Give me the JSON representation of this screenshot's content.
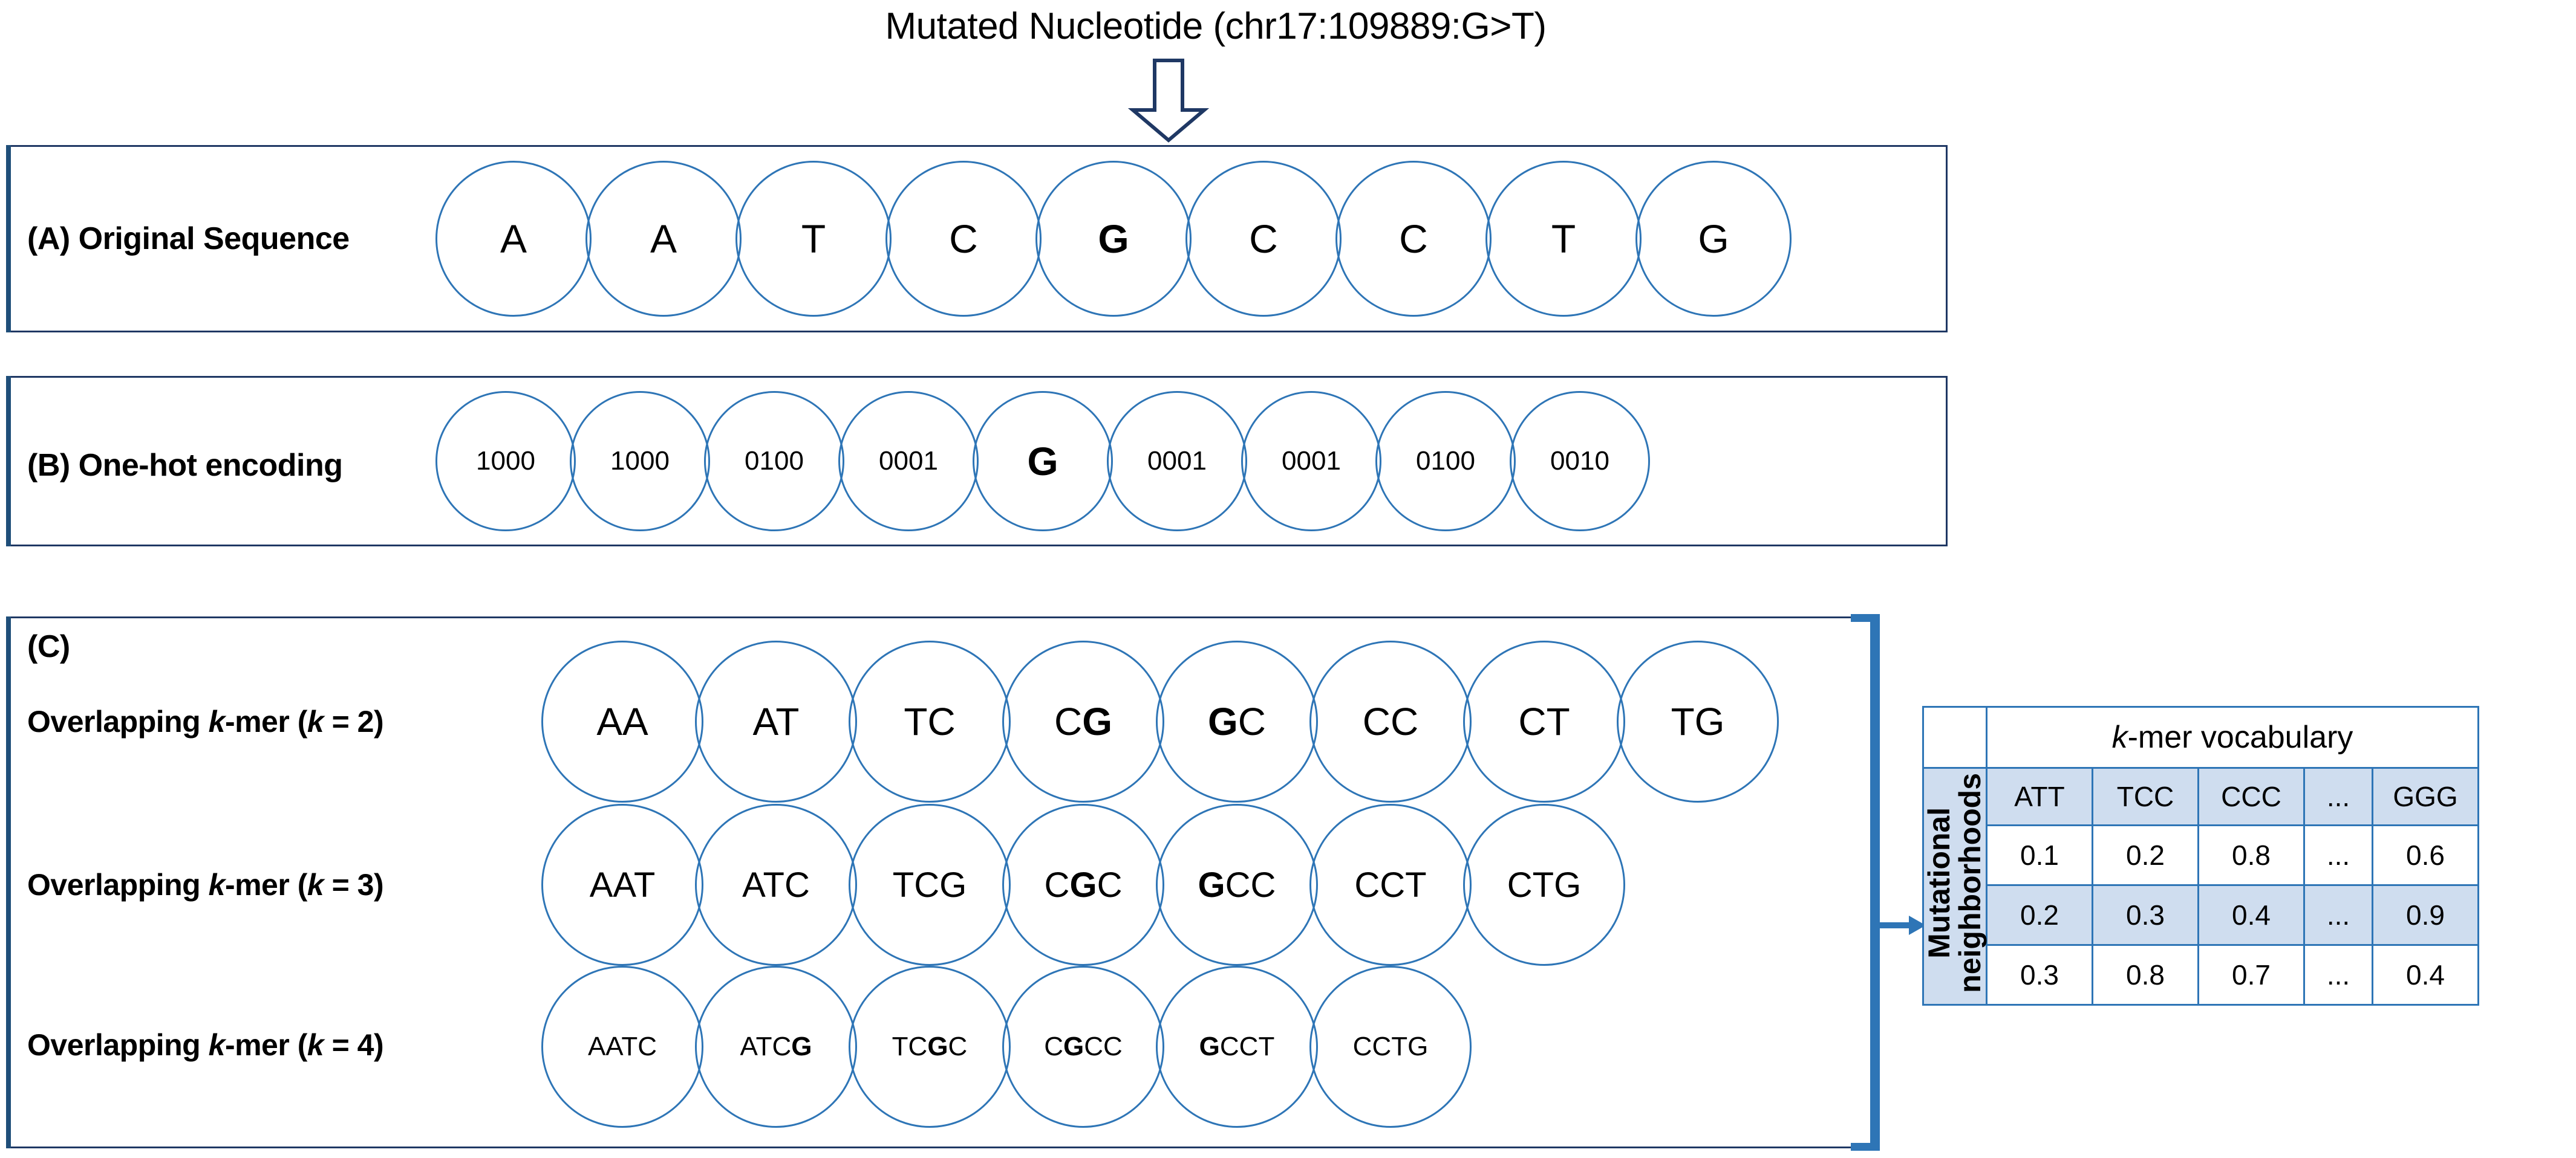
{
  "figure": {
    "title": "Mutated Nucleotide (chr17:109889:G>T)",
    "arrow_icon": "down-block-arrow-icon",
    "accent_blue": "#2E75B6",
    "frame_navy": "#1F3864",
    "bracket_blue": "#2E75B6",
    "table_shade": "#CFDDEF"
  },
  "panels": {
    "a": {
      "label": "(A) Original Sequence",
      "nodes": [
        {
          "text": "A",
          "bold": false
        },
        {
          "text": "A",
          "bold": false
        },
        {
          "text": "T",
          "bold": false
        },
        {
          "text": "C",
          "bold": false
        },
        {
          "text": "G",
          "bold": true
        },
        {
          "text": "C",
          "bold": false
        },
        {
          "text": "C",
          "bold": false
        },
        {
          "text": "T",
          "bold": false
        },
        {
          "text": "G",
          "bold": false
        }
      ]
    },
    "b": {
      "label": "(B) One-hot encoding",
      "nodes": [
        {
          "text": "1000",
          "bold": false
        },
        {
          "text": "1000",
          "bold": false
        },
        {
          "text": "0100",
          "bold": false
        },
        {
          "text": "0001",
          "bold": false
        },
        {
          "text": "G",
          "bold": true
        },
        {
          "text": "0001",
          "bold": false
        },
        {
          "text": "0001",
          "bold": false
        },
        {
          "text": "0100",
          "bold": false
        },
        {
          "text": "0010",
          "bold": false
        }
      ]
    },
    "c": {
      "label": "(C)",
      "rows": [
        {
          "label_prefix": "Overlapping ",
          "label_k": "k",
          "label_suffix": "-mer (",
          "label_k2": "k",
          "label_end": " = 2)",
          "nodes": [
            {
              "plain_before": "AA",
              "bold": "",
              "plain_after": ""
            },
            {
              "plain_before": "AT",
              "bold": "",
              "plain_after": ""
            },
            {
              "plain_before": "TC",
              "bold": "",
              "plain_after": ""
            },
            {
              "plain_before": "C",
              "bold": "G",
              "plain_after": ""
            },
            {
              "plain_before": "",
              "bold": "G",
              "plain_after": "C"
            },
            {
              "plain_before": "CC",
              "bold": "",
              "plain_after": ""
            },
            {
              "plain_before": "CT",
              "bold": "",
              "plain_after": ""
            },
            {
              "plain_before": "TG",
              "bold": "",
              "plain_after": ""
            }
          ]
        },
        {
          "label_prefix": "Overlapping ",
          "label_k": "k",
          "label_suffix": "-mer (",
          "label_k2": "k",
          "label_end": " = 3)",
          "nodes": [
            {
              "plain_before": "AAT",
              "bold": "",
              "plain_after": ""
            },
            {
              "plain_before": "ATC",
              "bold": "",
              "plain_after": ""
            },
            {
              "plain_before": "TCG",
              "bold": "",
              "plain_after": ""
            },
            {
              "plain_before": "C",
              "bold": "G",
              "plain_after": "C"
            },
            {
              "plain_before": "",
              "bold": "G",
              "plain_after": "CC"
            },
            {
              "plain_before": "CCT",
              "bold": "",
              "plain_after": ""
            },
            {
              "plain_before": "CTG",
              "bold": "",
              "plain_after": ""
            }
          ]
        },
        {
          "label_prefix": "Overlapping ",
          "label_k": "k",
          "label_suffix": "-mer (",
          "label_k2": "k",
          "label_end": " = 4)",
          "nodes": [
            {
              "plain_before": "AATC",
              "bold": "",
              "plain_after": ""
            },
            {
              "plain_before": "ATC",
              "bold": "G",
              "plain_after": ""
            },
            {
              "plain_before": "TC",
              "bold": "G",
              "plain_after": "C"
            },
            {
              "plain_before": "C",
              "bold": "G",
              "plain_after": "CC"
            },
            {
              "plain_before": "",
              "bold": "G",
              "plain_after": "CCT"
            },
            {
              "plain_before": "CCTG",
              "bold": "",
              "plain_after": ""
            }
          ]
        }
      ]
    }
  },
  "table": {
    "vocab_title_k": "k",
    "vocab_title_rest": "-mer vocabulary",
    "row_axis_label_line1": "Mutational",
    "row_axis_label_line2": "neighborhoods",
    "columns": [
      "ATT",
      "TCC",
      "CCC",
      "...",
      "GGG"
    ],
    "rows": [
      {
        "values": [
          "0.1",
          "0.2",
          "0.8",
          "...",
          "0.6"
        ],
        "shaded": false
      },
      {
        "values": [
          "0.2",
          "0.3",
          "0.4",
          "...",
          "0.9"
        ],
        "shaded": true
      },
      {
        "values": [
          "0.3",
          "0.8",
          "0.7",
          "...",
          "0.4"
        ],
        "shaded": false
      }
    ]
  }
}
